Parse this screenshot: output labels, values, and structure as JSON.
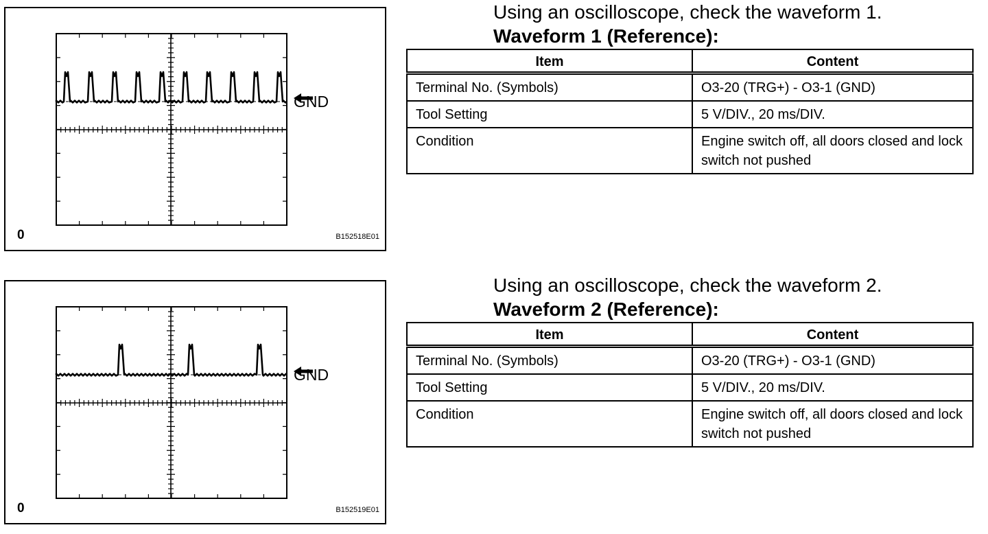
{
  "sections": [
    {
      "instruction": "Using an oscilloscope, check the waveform 1.",
      "subheading": "Waveform 1 (Reference):",
      "figure": {
        "ground_label": "GND",
        "origin_label": "0",
        "figure_id": "B152518E01",
        "arrow_icon": "arrow-left-icon"
      },
      "table": {
        "headers": [
          "Item",
          "Content"
        ],
        "rows": [
          [
            "Terminal No. (Symbols)",
            "O3-20 (TRG+) - O3-1 (GND)"
          ],
          [
            "Tool Setting",
            "5 V/DIV., 20 ms/DIV."
          ],
          [
            "Condition",
            "Engine switch off, all doors closed and lock switch not pushed"
          ]
        ]
      }
    },
    {
      "instruction": "Using an oscilloscope, check the waveform 2.",
      "subheading": "Waveform 2 (Reference):",
      "figure": {
        "ground_label": "GND",
        "origin_label": "0",
        "figure_id": "B152519E01",
        "arrow_icon": "arrow-left-icon"
      },
      "table": {
        "headers": [
          "Item",
          "Content"
        ],
        "rows": [
          [
            "Terminal No. (Symbols)",
            "O3-20 (TRG+) - O3-1 (GND)"
          ],
          [
            "Tool Setting",
            "5 V/DIV., 20 ms/DIV."
          ],
          [
            "Condition",
            "Engine switch off, all doors closed and lock switch not pushed"
          ]
        ]
      }
    }
  ]
}
